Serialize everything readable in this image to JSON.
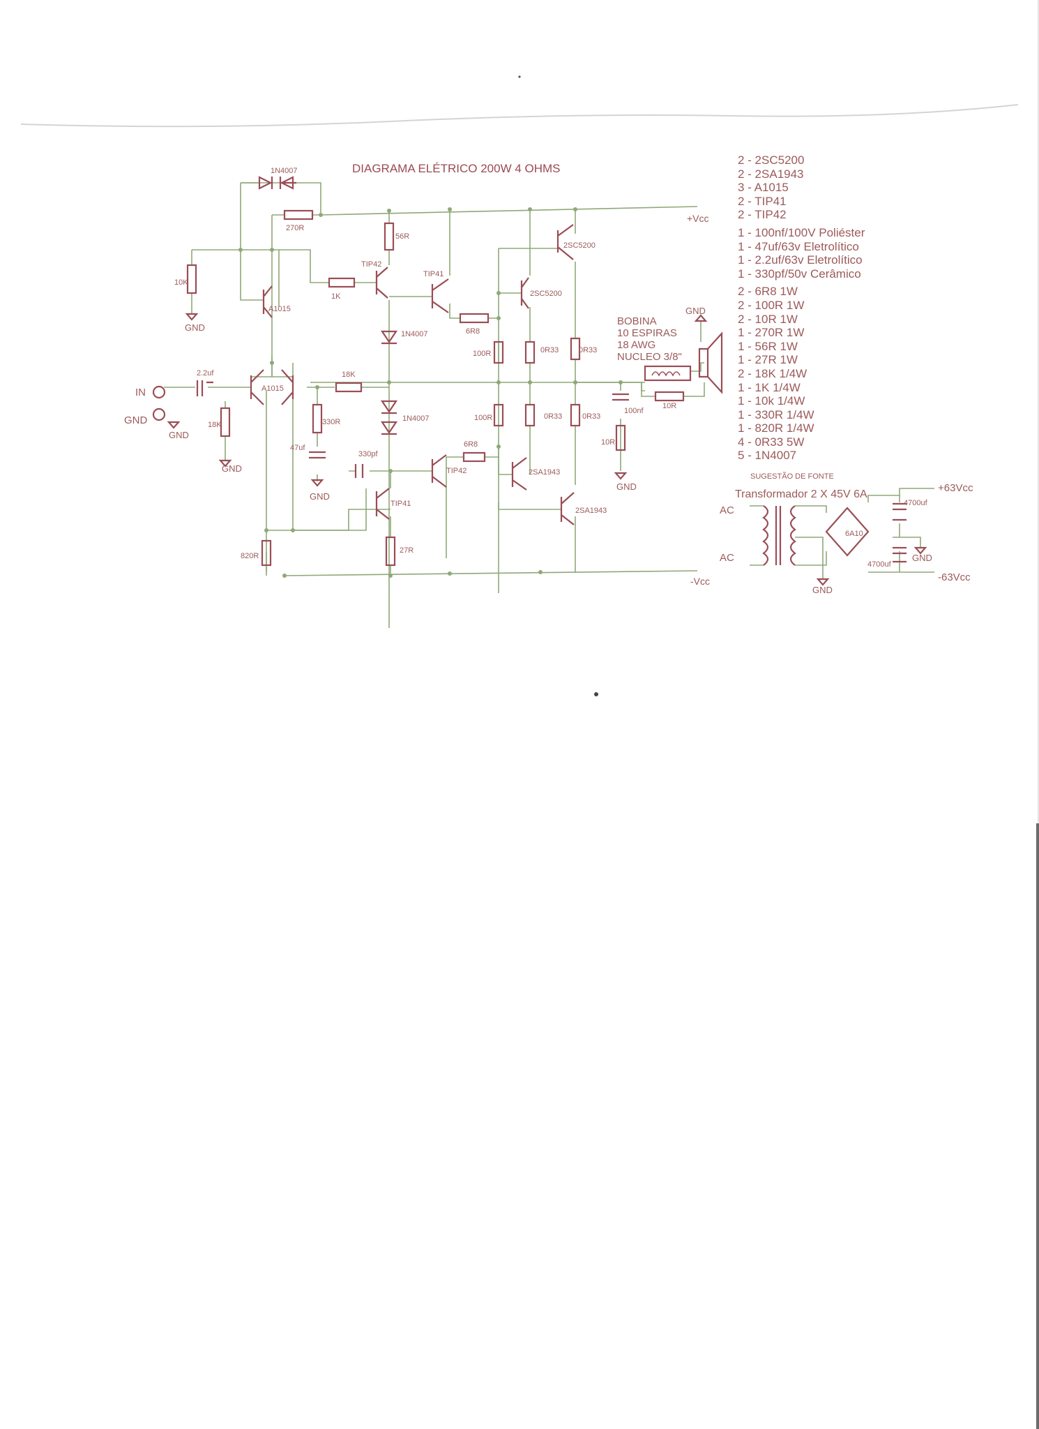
{
  "title": "DIAGRAMA ELÉTRICO 200W 4 OHMS",
  "colors": {
    "wire": "#8fa878",
    "part": "#9a4d55",
    "label": "#9c5a5a"
  },
  "parts_list": [
    "2 - 2SC5200",
    "2 - 2SA1943",
    "3 - A1015",
    "2 - TIP41",
    "2 - TIP42",
    "1 - 100nf/100V Poliéster",
    "1 - 47uf/63v Eletrolítico",
    "1 - 2.2uf/63v Eletrolítico",
    "1 - 330pf/50v Cerâmico",
    "2 - 6R8 1W",
    "2 - 100R 1W",
    "2 - 10R 1W",
    "1 - 270R 1W",
    "1 - 56R 1W",
    "1 - 27R 1W",
    "2 - 18K 1/4W",
    "1 - 1K 1/4W",
    "1 - 10k 1/4W",
    "1 - 330R 1/4W",
    "1 - 820R 1/4W",
    "4 - 0R33 5W",
    "5 - 1N4007"
  ],
  "labels": {
    "d_top": "1N4007",
    "r270": "270R",
    "vcc_pos": "+Vcc",
    "vcc_neg": "-Vcc",
    "r10k": "10K",
    "gnd": "GND",
    "q_a1015": "A1015",
    "r56": "56R",
    "tip42": "TIP42",
    "tip41": "TIP41",
    "r1k": "1K",
    "q_2sc5200": "2SC5200",
    "d1": "1N4007",
    "r6r8": "6R8",
    "r100": "100R",
    "r0r33": "0R33",
    "bobina": [
      "BOBINA",
      "10 ESPIRAS",
      "18 AWG",
      "NUCLEO 3/8\""
    ],
    "in": "IN",
    "c22": "2.2uf",
    "r18k": "18K",
    "r330": "330R",
    "r10": "10R",
    "c100n": "100nf",
    "c47": "47uf",
    "c330p": "330pf",
    "q_2sa1943": "2SA1943",
    "r820": "820R",
    "r27": "27R",
    "fonte_title": "SUGESTÃO DE FONTE",
    "transformer": "Transformador 2 X 45V 6A",
    "ac": "AC",
    "bridge": "6A10",
    "cap4700": "4700uf",
    "v_pos63": "+63Vcc",
    "v_neg63": "-63Vcc"
  }
}
